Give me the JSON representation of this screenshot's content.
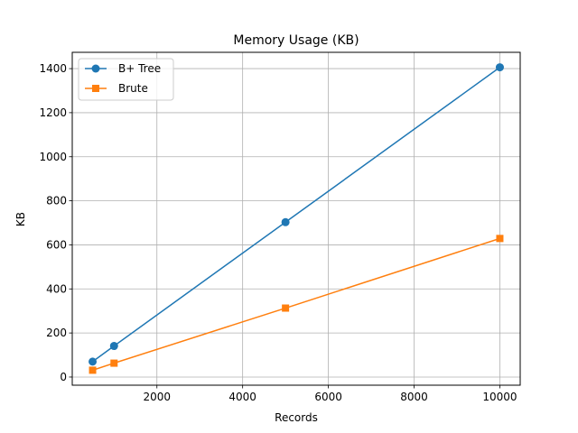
{
  "chart_data": {
    "type": "line",
    "title": "Memory Usage (KB)",
    "xlabel": "Records",
    "ylabel": "KB",
    "x": [
      500,
      1000,
      5000,
      10000
    ],
    "series": [
      {
        "name": "B+ Tree",
        "values": [
          70,
          141,
          703,
          1406
        ],
        "color": "#1f77b4",
        "marker": "circle"
      },
      {
        "name": "Brute",
        "values": [
          31,
          63,
          313,
          629
        ],
        "color": "#ff7f0e",
        "marker": "square"
      }
    ],
    "xlim": [
      25,
      10475
    ],
    "ylim": [
      -37,
      1474
    ],
    "xticks": [
      2000,
      4000,
      6000,
      8000,
      10000
    ],
    "xtick_labels": [
      "2000",
      "4000",
      "6000",
      "8000",
      "10000"
    ],
    "yticks": [
      0,
      200,
      400,
      600,
      800,
      1000,
      1200,
      1400
    ],
    "ytick_labels": [
      "0",
      "200",
      "400",
      "600",
      "800",
      "1000",
      "1200",
      "1400"
    ],
    "grid": true,
    "legend_position": "upper-left"
  }
}
